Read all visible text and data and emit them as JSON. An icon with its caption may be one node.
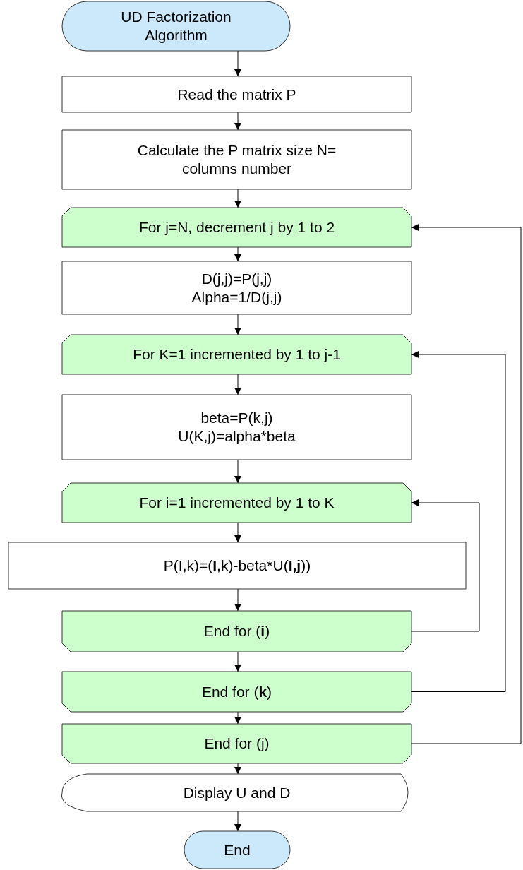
{
  "diagram": {
    "nodes": [
      {
        "text": [
          "UD Factorization Algorithm"
        ]
      },
      {
        "text": [
          "Read the matrix P"
        ]
      },
      {
        "text": [
          "Calculate the P matrix size N= columns number"
        ]
      },
      {
        "text": [
          "For j=N, decrement j by 1 to 2"
        ]
      },
      {
        "text": [
          "D(j,j)=P(j,j) Alpha=1/D(j,j)"
        ]
      },
      {
        "text": [
          "For K=1 incremented by 1 to j-1"
        ]
      },
      {
        "text": [
          "beta=P(k,j) U(K,j)=alpha*beta"
        ]
      },
      {
        "text": [
          "For i=1 incremented by 1 to K"
        ]
      },
      {
        "text": [
          "P(I,k)=(**I**,k)-beta*U(**I,j**))"
        ]
      },
      {
        "text": [
          "End for (**i**)"
        ]
      },
      {
        "text": [
          "End for (**k**)"
        ]
      },
      {
        "text": [
          "End for (j)"
        ]
      },
      {
        "text": [
          "Display U and D"
        ]
      },
      {
        "text": [
          "End"
        ]
      }
    ],
    "edges": [
      {
        "from": 0,
        "to": 1,
        "arrow": "to"
      },
      {
        "from": 1,
        "to": 2,
        "arrow": "to"
      },
      {
        "from": 2,
        "to": 3,
        "arrow": "to"
      },
      {
        "from": 3,
        "to": 4,
        "arrow": "to"
      },
      {
        "from": 4,
        "to": 5,
        "arrow": "to"
      },
      {
        "from": 5,
        "to": 6,
        "arrow": "to"
      },
      {
        "from": 6,
        "to": 7,
        "arrow": "to"
      },
      {
        "from": 7,
        "to": 8,
        "arrow": "to"
      },
      {
        "from": 8,
        "to": 9,
        "arrow": "to"
      },
      {
        "from": 9,
        "to": 10,
        "arrow": "to"
      },
      {
        "from": 10,
        "to": 11,
        "arrow": "to"
      },
      {
        "from": 11,
        "to": 12,
        "arrow": "to"
      },
      {
        "from": 12,
        "to": 13,
        "arrow": "to"
      },
      {
        "from": 9,
        "to": 7,
        "arrow": "to"
      },
      {
        "from": 10,
        "to": 5,
        "arrow": "to"
      },
      {
        "from": 11,
        "to": 3,
        "arrow": "to"
      }
    ]
  }
}
